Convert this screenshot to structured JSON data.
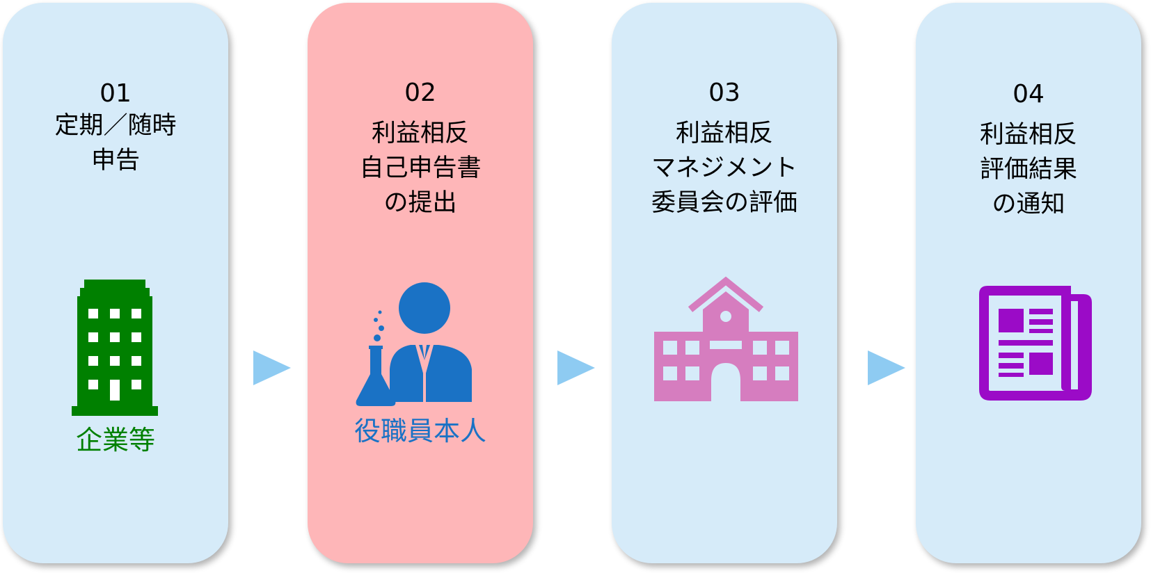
{
  "colors": {
    "card_default": "#d6ebf9",
    "card_highlight": "#feb6b8",
    "arrow": "#8ecbf2",
    "building_green": "#008000",
    "person_blue": "#1a72c5",
    "school_pink": "#d67dbf",
    "news_purple": "#9b0bc7"
  },
  "steps": [
    {
      "number": "01",
      "lines": [
        "定期／随時",
        "申告"
      ],
      "icon": "office-building-icon",
      "actor": "企業等"
    },
    {
      "number": "02",
      "lines": [
        "利益相反",
        "自己申告書",
        "の提出"
      ],
      "icon": "scientist-person-icon",
      "actor": "役職員本人"
    },
    {
      "number": "03",
      "lines": [
        "利益相反",
        "マネジメント",
        "委員会の評価"
      ],
      "icon": "school-building-icon"
    },
    {
      "number": "04",
      "lines": [
        "利益相反",
        "評価結果",
        "の通知"
      ],
      "icon": "newspaper-icon"
    }
  ]
}
